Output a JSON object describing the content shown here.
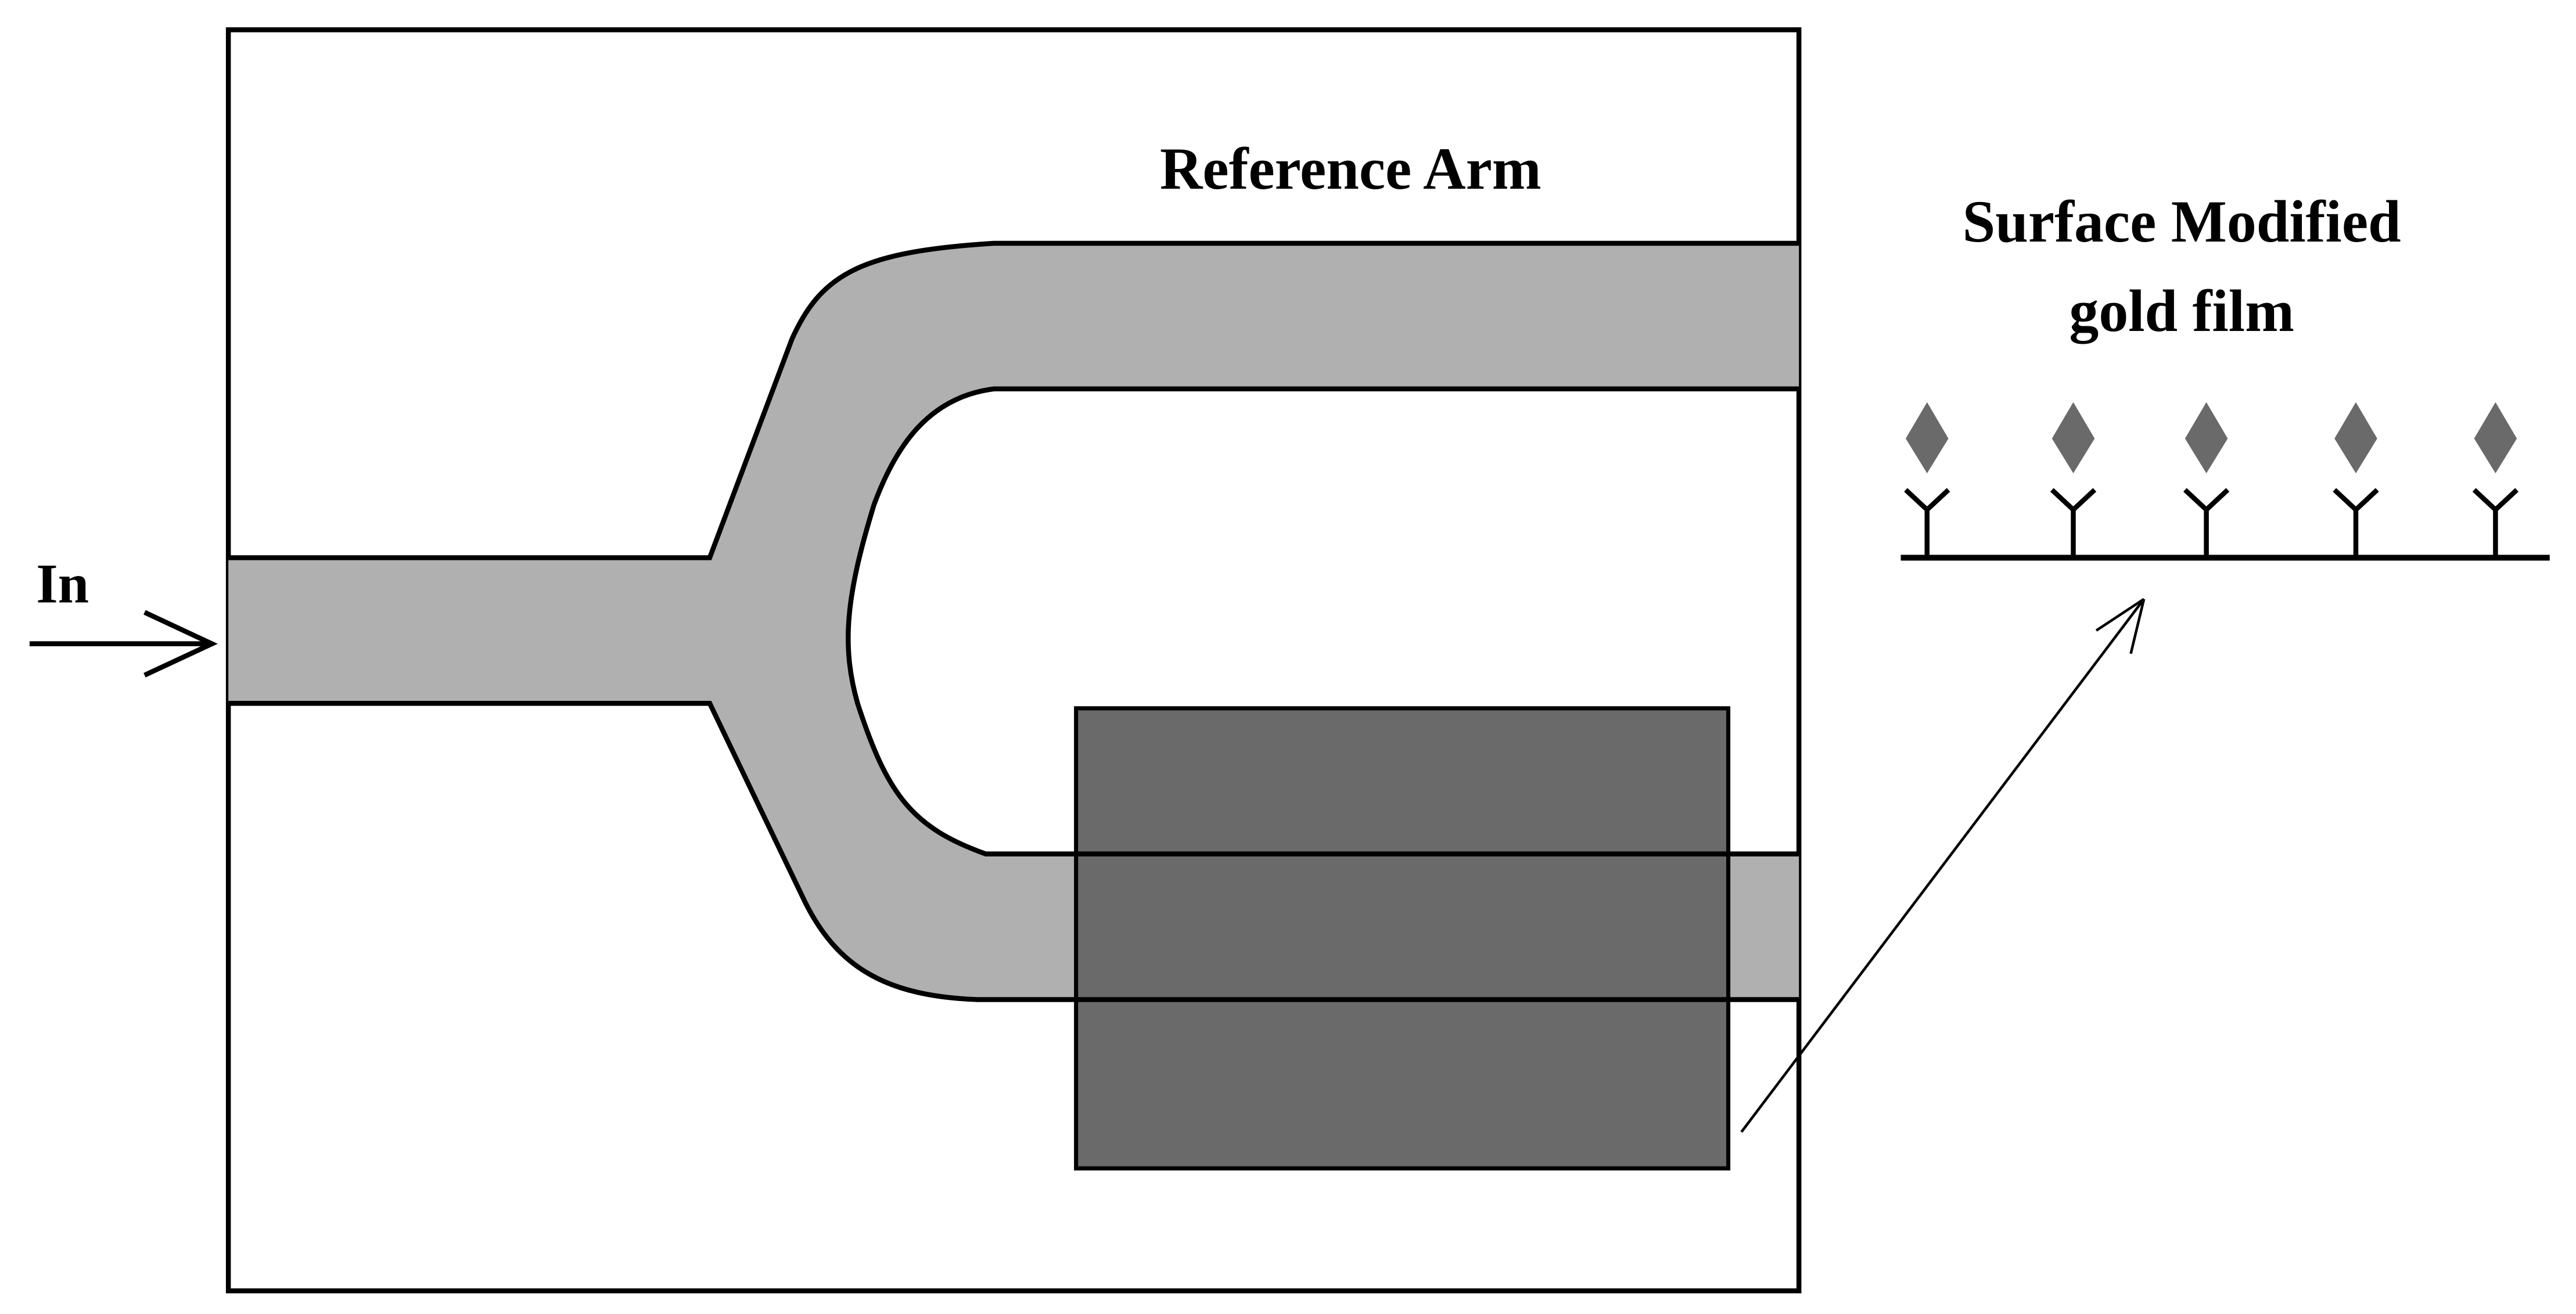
{
  "labels": {
    "input": "In",
    "reference_arm": "Reference Arm",
    "surface_line1": "Surface Modified",
    "surface_line2": "gold film"
  },
  "colors": {
    "waveguide": "#b0b0b0",
    "sensing_pad": "#6a6a6a",
    "molecule": "#6a6a6a",
    "outline": "#000000",
    "background": "#ffffff"
  },
  "film": {
    "receptor_count": 5
  }
}
